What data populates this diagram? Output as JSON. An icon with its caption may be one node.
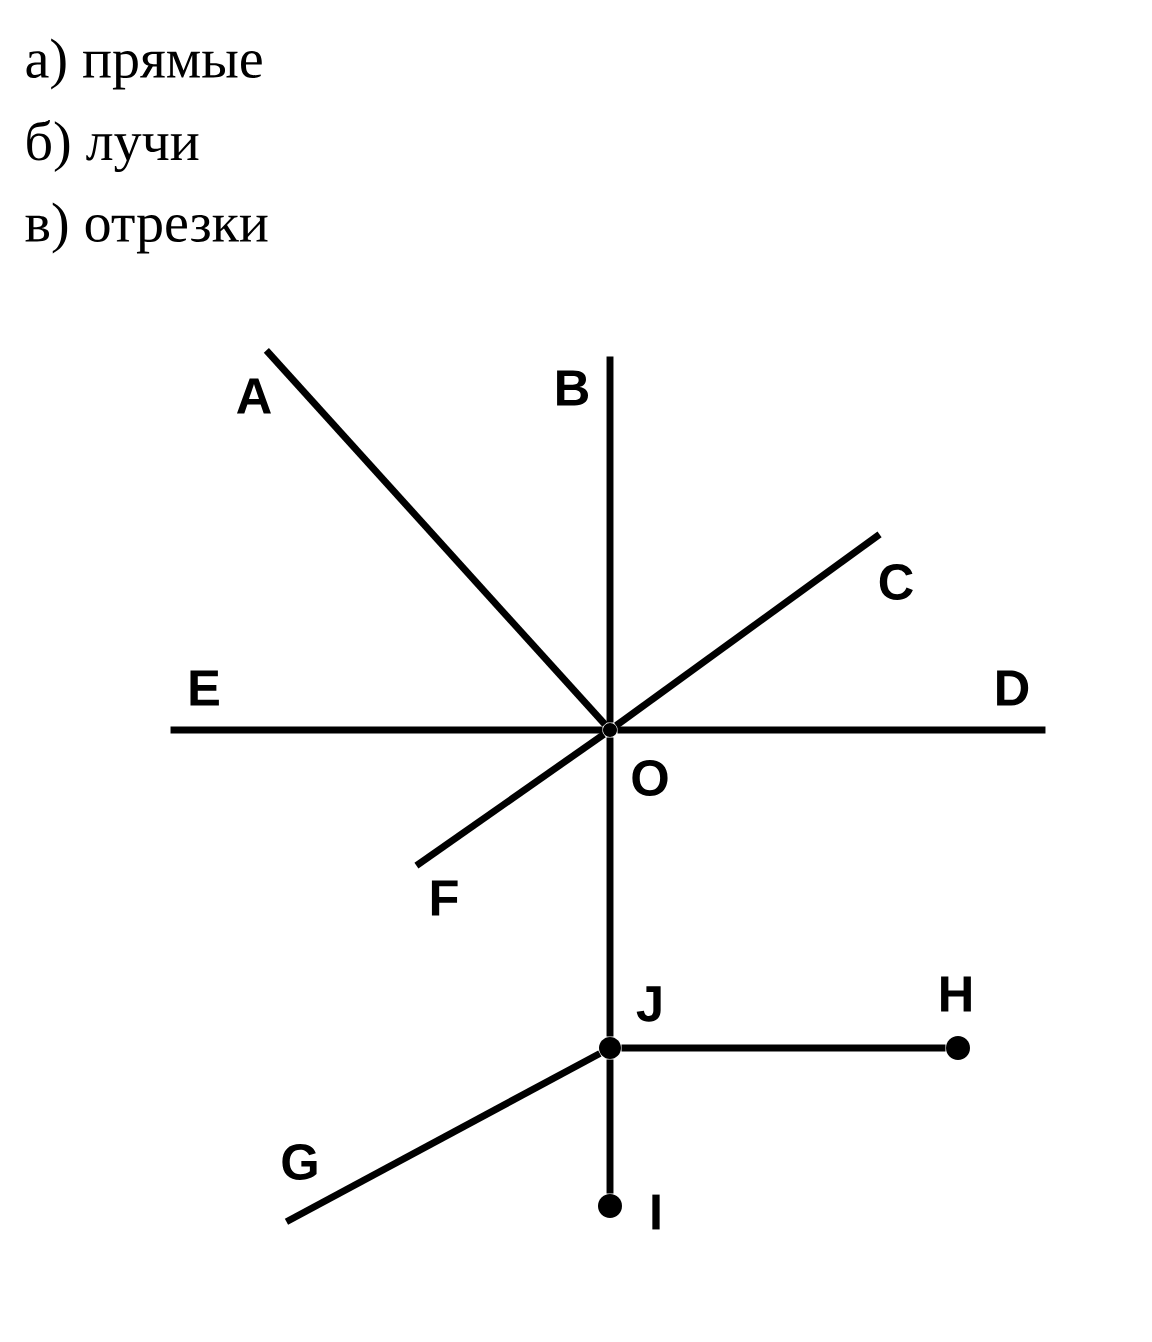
{
  "diagram": {
    "nodes": [
      {
        "text": [
          "A"
        ]
      },
      {
        "text": [
          "B"
        ]
      },
      {
        "text": [
          "C"
        ]
      },
      {
        "text": [
          "E"
        ]
      },
      {
        "text": [
          "D"
        ]
      },
      {
        "text": [
          "O"
        ]
      },
      {
        "text": [
          "F"
        ]
      },
      {
        "text": [
          "J"
        ]
      },
      {
        "text": [
          "H"
        ]
      },
      {
        "text": [
          "G"
        ]
      },
      {
        "text": [
          "I"
        ]
      }
    ],
    "edges": [
      {
        "from": 0,
        "to": 5,
        "arrow": "none"
      },
      {
        "from": 1,
        "to": 5,
        "arrow": "none"
      },
      {
        "from": 2,
        "to": 5,
        "arrow": "none"
      },
      {
        "from": 3,
        "to": 5,
        "arrow": "none"
      },
      {
        "from": 5,
        "to": 4,
        "arrow": "none"
      },
      {
        "from": 5,
        "to": 6,
        "arrow": "none"
      },
      {
        "from": 5,
        "to": 7,
        "arrow": "none"
      },
      {
        "from": 7,
        "to": 8,
        "arrow": "none"
      },
      {
        "from": 9,
        "to": 7,
        "arrow": "none"
      },
      {
        "from": 7,
        "to": 10,
        "arrow": "none"
      }
    ],
    "labels": [
      "а) прямые",
      "б) лучи",
      "в) отрезки"
    ]
  }
}
